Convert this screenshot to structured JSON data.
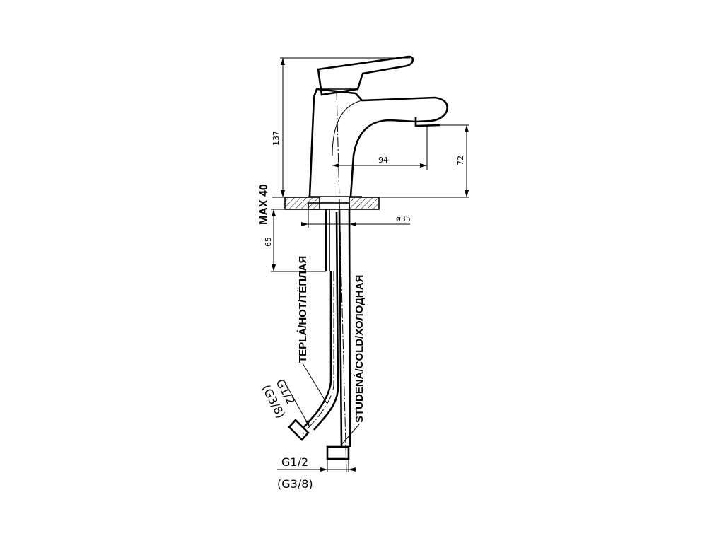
{
  "dimensions": {
    "height_total": "137",
    "spout_reach": "94",
    "spout_height": "72",
    "max_thickness": "MAX 40",
    "body_diameter": "ø35",
    "pipe_length": "65"
  },
  "labels": {
    "hot": "TEPLÁ/HOT/ТЁПЛАЯ",
    "cold": "STUDENÁ/COLD/ХОЛОДНАЯ"
  },
  "threads": {
    "hot_main": "G1/2",
    "hot_alt": "(G3/8)",
    "cold_main": "G1/2",
    "cold_alt": "(G3/8)"
  }
}
